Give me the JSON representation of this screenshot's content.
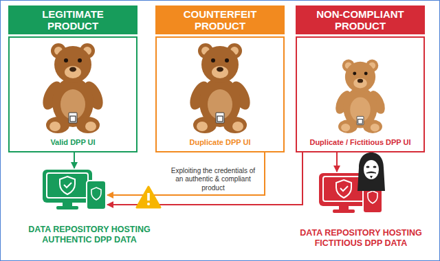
{
  "diagram": {
    "nodes": [
      {
        "text": [
          "LEGITIMATE PRODUCT",
          "Valid DPP UI"
        ]
      },
      {
        "text": [
          "COUNTERFEIT PRODUCT",
          "Duplicate DPP UI"
        ]
      },
      {
        "text": [
          "NON-COMPLIANT PRODUCT",
          "Duplicate / Fictitious DPP UI"
        ]
      },
      {
        "text": [
          "DATA REPOSITORY HOSTING AUTHENTIC DPP DATA"
        ]
      },
      {
        "text": [
          "DATA REPOSITORY HOSTING FICTITIOUS DPP DATA"
        ]
      }
    ],
    "edges": [
      {
        "from": 0,
        "to": 3,
        "arrow": "to"
      },
      {
        "from": 1,
        "to": 3,
        "label": "Exploiting the credentials of an authentic & compliant product",
        "arrow": "to"
      },
      {
        "from": 2,
        "to": 3,
        "arrow": "to"
      },
      {
        "from": 2,
        "to": 4,
        "arrow": "to"
      }
    ]
  }
}
